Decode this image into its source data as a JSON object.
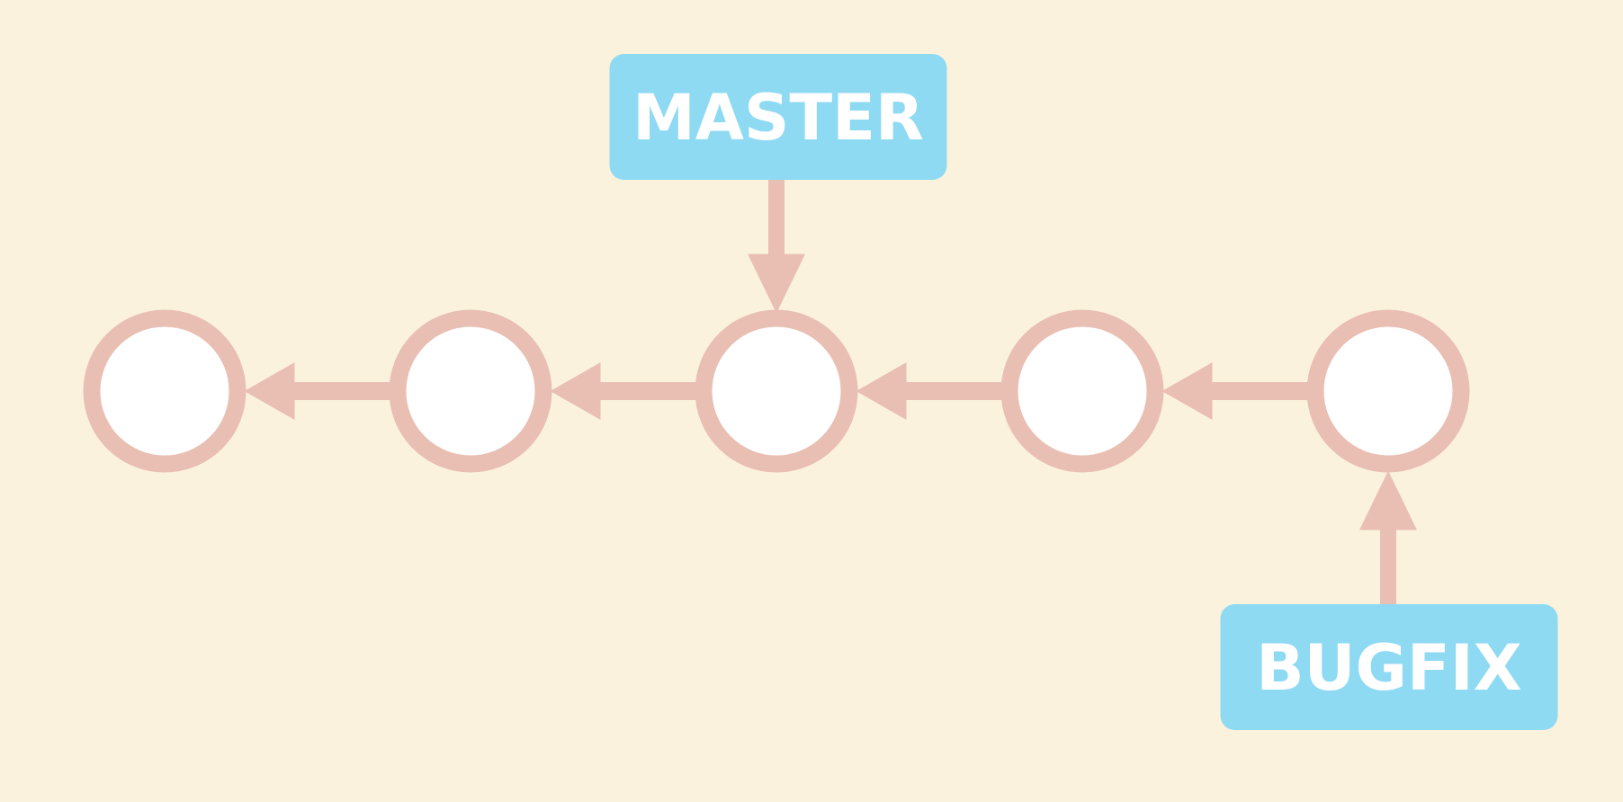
{
  "diagram": {
    "type": "git-branch-pointers",
    "commit_count": 5,
    "branches": [
      {
        "name": "MASTER",
        "points_to_commit": 3,
        "label_position": "above"
      },
      {
        "name": "BUGFIX",
        "points_to_commit": 5,
        "label_position": "below"
      }
    ],
    "arrow_direction": "right-to-left",
    "colors": {
      "background": "#fbf2dd",
      "commit_ring": "#e9bfb3",
      "commit_fill": "#ffffff",
      "arrow": "#e9bfb3",
      "label_fill": "#8fdaf3",
      "label_text": "#ffffff"
    }
  }
}
